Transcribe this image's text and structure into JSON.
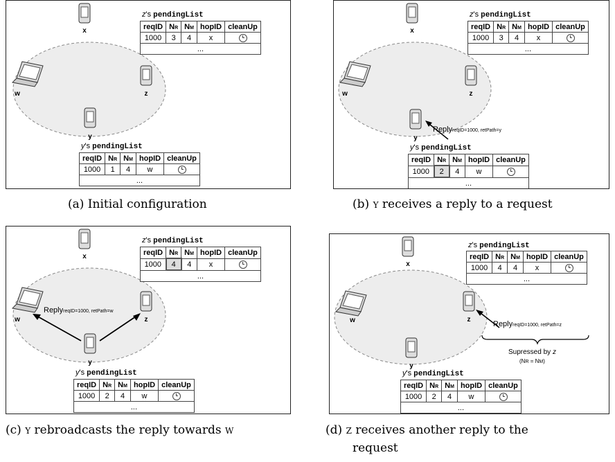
{
  "panels": {
    "a": {
      "caption_prefix": "(a) Initial configuration",
      "z_list_prefix": "z",
      "y_list_prefix": "y"
    },
    "b": {
      "caption_prefix": "(b)",
      "caption_node": "y",
      "caption_rest": "receives a reply to a request",
      "reply": "Reply",
      "reply_sub": "reqID=1000, retPath=y"
    },
    "c": {
      "caption_prefix": "(c)",
      "caption_node": "y",
      "caption_mid": "rebroadcasts the reply towards",
      "caption_node2": "w",
      "reply": "Reply",
      "reply_sub": "reqID=1000, retPath=w"
    },
    "d": {
      "caption_prefix": "(d)",
      "caption_node": "z",
      "caption_rest": "receives another reply to the",
      "caption_line2": "request",
      "reply": "Reply",
      "reply_sub": "reqID=1000, retPath=z",
      "suppressed": "Supressed by",
      "suppressed_node": "z",
      "condition": "(N",
      "condition_r": "R",
      "condition_eq": " = N",
      "condition_m": "M",
      "condition_close": ")"
    }
  },
  "nodes": {
    "x": "x",
    "w": "w",
    "z": "z",
    "y": "y"
  },
  "list_name": "pendingList",
  "list_owner_suffix": "'s",
  "table": {
    "headers": [
      "reqID",
      "N",
      "N",
      "hopID",
      "cleanUp"
    ],
    "header_subs": [
      "",
      "R",
      "M",
      "",
      ""
    ],
    "ellipsis": "..."
  },
  "rows": {
    "a_z": [
      "1000",
      "3",
      "4",
      "x"
    ],
    "a_y": [
      "1000",
      "1",
      "4",
      "w"
    ],
    "b_z": [
      "1000",
      "3",
      "4",
      "x"
    ],
    "b_y": [
      "1000",
      "2",
      "4",
      "w"
    ],
    "c_z": [
      "1000",
      "4",
      "4",
      "x"
    ],
    "c_y": [
      "1000",
      "2",
      "4",
      "w"
    ],
    "d_z": [
      "1000",
      "4",
      "4",
      "x"
    ],
    "d_y": [
      "1000",
      "2",
      "4",
      "w"
    ]
  },
  "colors": {
    "ellipse_fill": "#ededed",
    "highlight": "#dddddd"
  }
}
